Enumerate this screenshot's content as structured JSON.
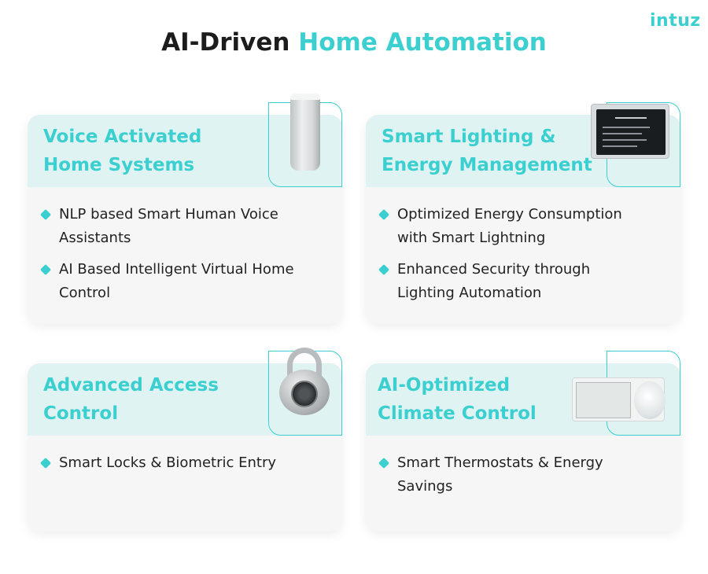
{
  "brand": {
    "logo_text": "intuz"
  },
  "header": {
    "title_plain": "AI-Driven ",
    "title_highlight": "Home Automation"
  },
  "cards": [
    {
      "title_line1": "Voice Activated",
      "title_line2": "Home Systems",
      "device": "smart-speaker",
      "bullets": [
        {
          "line1": "NLP based Smart Human Voice",
          "line2": "Assistants"
        },
        {
          "line1": "AI Based Intelligent Virtual Home",
          "line2": "Control"
        }
      ]
    },
    {
      "title_line1": "Smart Lighting &",
      "title_line2": "Energy Management",
      "device": "control-panel",
      "bullets": [
        {
          "line1": "Optimized Energy Consumption",
          "line2": "with Smart Lightning"
        },
        {
          "line1": "Enhanced Security through",
          "line2": "Lighting Automation"
        }
      ]
    },
    {
      "title_line1": "Advanced Access",
      "title_line2": "Control",
      "device": "combination-lock",
      "bullets": [
        {
          "line1": "Smart Locks & Biometric Entry",
          "line2": ""
        }
      ]
    },
    {
      "title_line1": "AI-Optimized",
      "title_line2": "Climate Control",
      "device": "thermostat",
      "bullets": [
        {
          "line1": "Smart Thermostats & Energy",
          "line2": "Savings"
        }
      ]
    }
  ],
  "colors": {
    "accent": "#3ccfd0",
    "card_head": "#dff3f3",
    "card_body": "#f6f6f6",
    "text": "#222222"
  }
}
